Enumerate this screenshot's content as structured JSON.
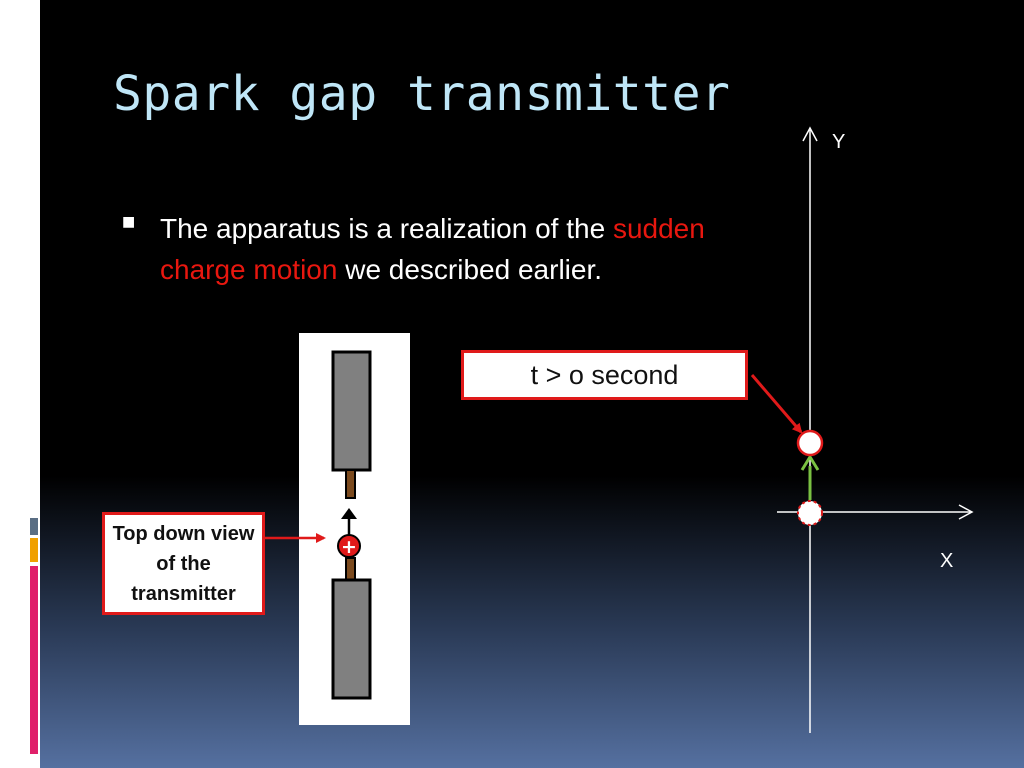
{
  "slide": {
    "title": "Spark gap transmitter",
    "bullet": {
      "part1": "The apparatus is a realization of the ",
      "highlight": "sudden charge motion",
      "part2": " we described earlier."
    },
    "time_label": "t > o second",
    "transmitter_caption": "Top down view of the transmitter",
    "axis_y_label": "Y",
    "axis_x_label": "X",
    "charge_symbol": "+"
  },
  "colors": {
    "title": "#bfe6f7",
    "highlight": "#e8170f",
    "callout_border": "#e01a1a",
    "motion_arrow": "#7ac142",
    "electrode": "#808080",
    "connector": "#7b4a1e",
    "accent_bars": [
      "#5a6e84",
      "#f0a000",
      "#e0206a"
    ]
  }
}
